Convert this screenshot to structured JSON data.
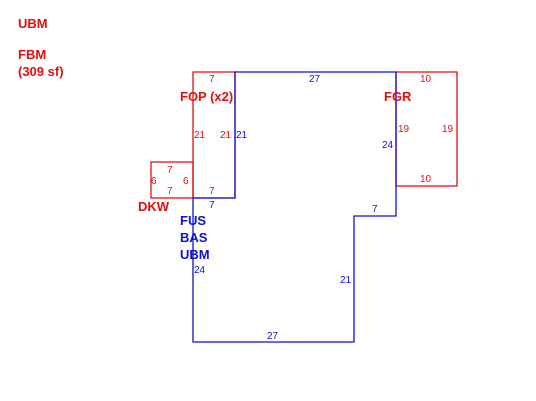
{
  "colors": {
    "red": "#dd1111",
    "blue": "#1111cc"
  },
  "header": {
    "ubm": "UBM",
    "fbm": "FBM",
    "fbm_area": "(309 sf)"
  },
  "areas": {
    "fop": "FOP (x2)",
    "fgr": "FGR",
    "dkw": "DKW",
    "fus": "FUS",
    "bas": "BAS",
    "ubm": "UBM"
  },
  "dims": {
    "fop_top": "7",
    "fop_left": "21",
    "fop_right": "21",
    "fop_bottom": "7",
    "fgr_top": "10",
    "fgr_left": "19",
    "fgr_right": "19",
    "fgr_bottom": "10",
    "dkw_top": "7",
    "dkw_left": "6",
    "dkw_right": "6",
    "dkw_bottom": "7",
    "main_top": "27",
    "main_upper_left": "21",
    "main_left_step": "7",
    "main_right_upper": "24",
    "main_right_step": "7",
    "main_right_lower": "21",
    "main_bottom": "27",
    "main_left_lower": "24"
  }
}
